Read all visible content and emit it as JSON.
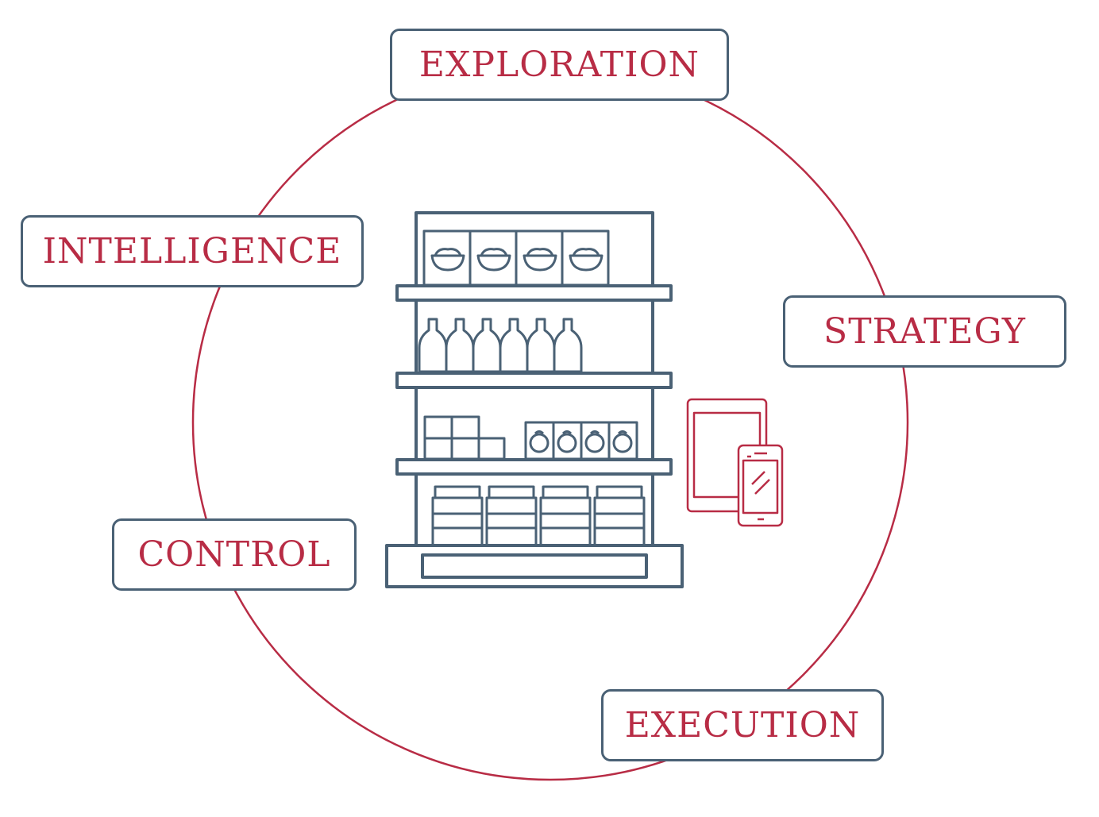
{
  "colors": {
    "accent": "#b82c45",
    "outline": "#4a6175",
    "background": "#ffffff"
  },
  "cycle": {
    "stages": [
      {
        "label": "EXPLORATION"
      },
      {
        "label": "STRATEGY"
      },
      {
        "label": "EXECUTION"
      },
      {
        "label": "CONTROL"
      },
      {
        "label": "INTELLIGENCE"
      }
    ]
  },
  "illustration": {
    "shelf_icon": "store-shelf-icon",
    "device_icon": "tablet-phone-icon"
  }
}
